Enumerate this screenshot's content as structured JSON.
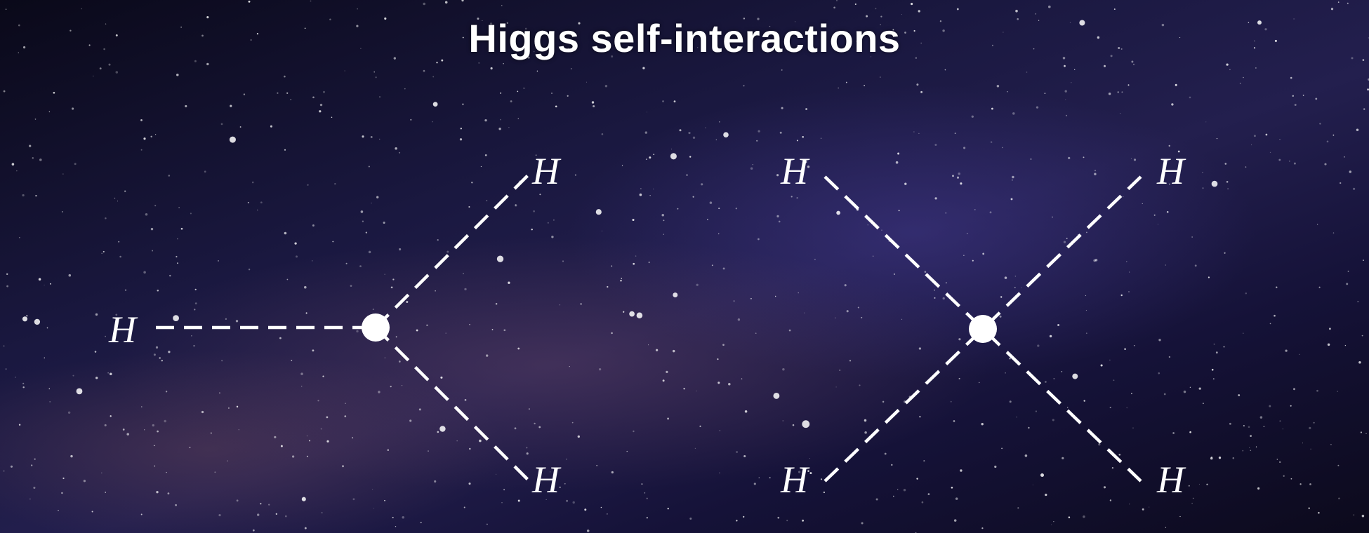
{
  "slide": {
    "title": "Higgs self-interactions"
  },
  "diagrams": [
    {
      "name": "trilinear-vertex",
      "vertex_count": 1,
      "legs": 3,
      "labels": [
        "H",
        "H",
        "H"
      ]
    },
    {
      "name": "quartic-vertex",
      "vertex_count": 1,
      "legs": 4,
      "labels": [
        "H",
        "H",
        "H",
        "H"
      ]
    }
  ],
  "colors": {
    "line": "#ffffff",
    "vertex": "#ffffff",
    "background": "#1a1840"
  }
}
